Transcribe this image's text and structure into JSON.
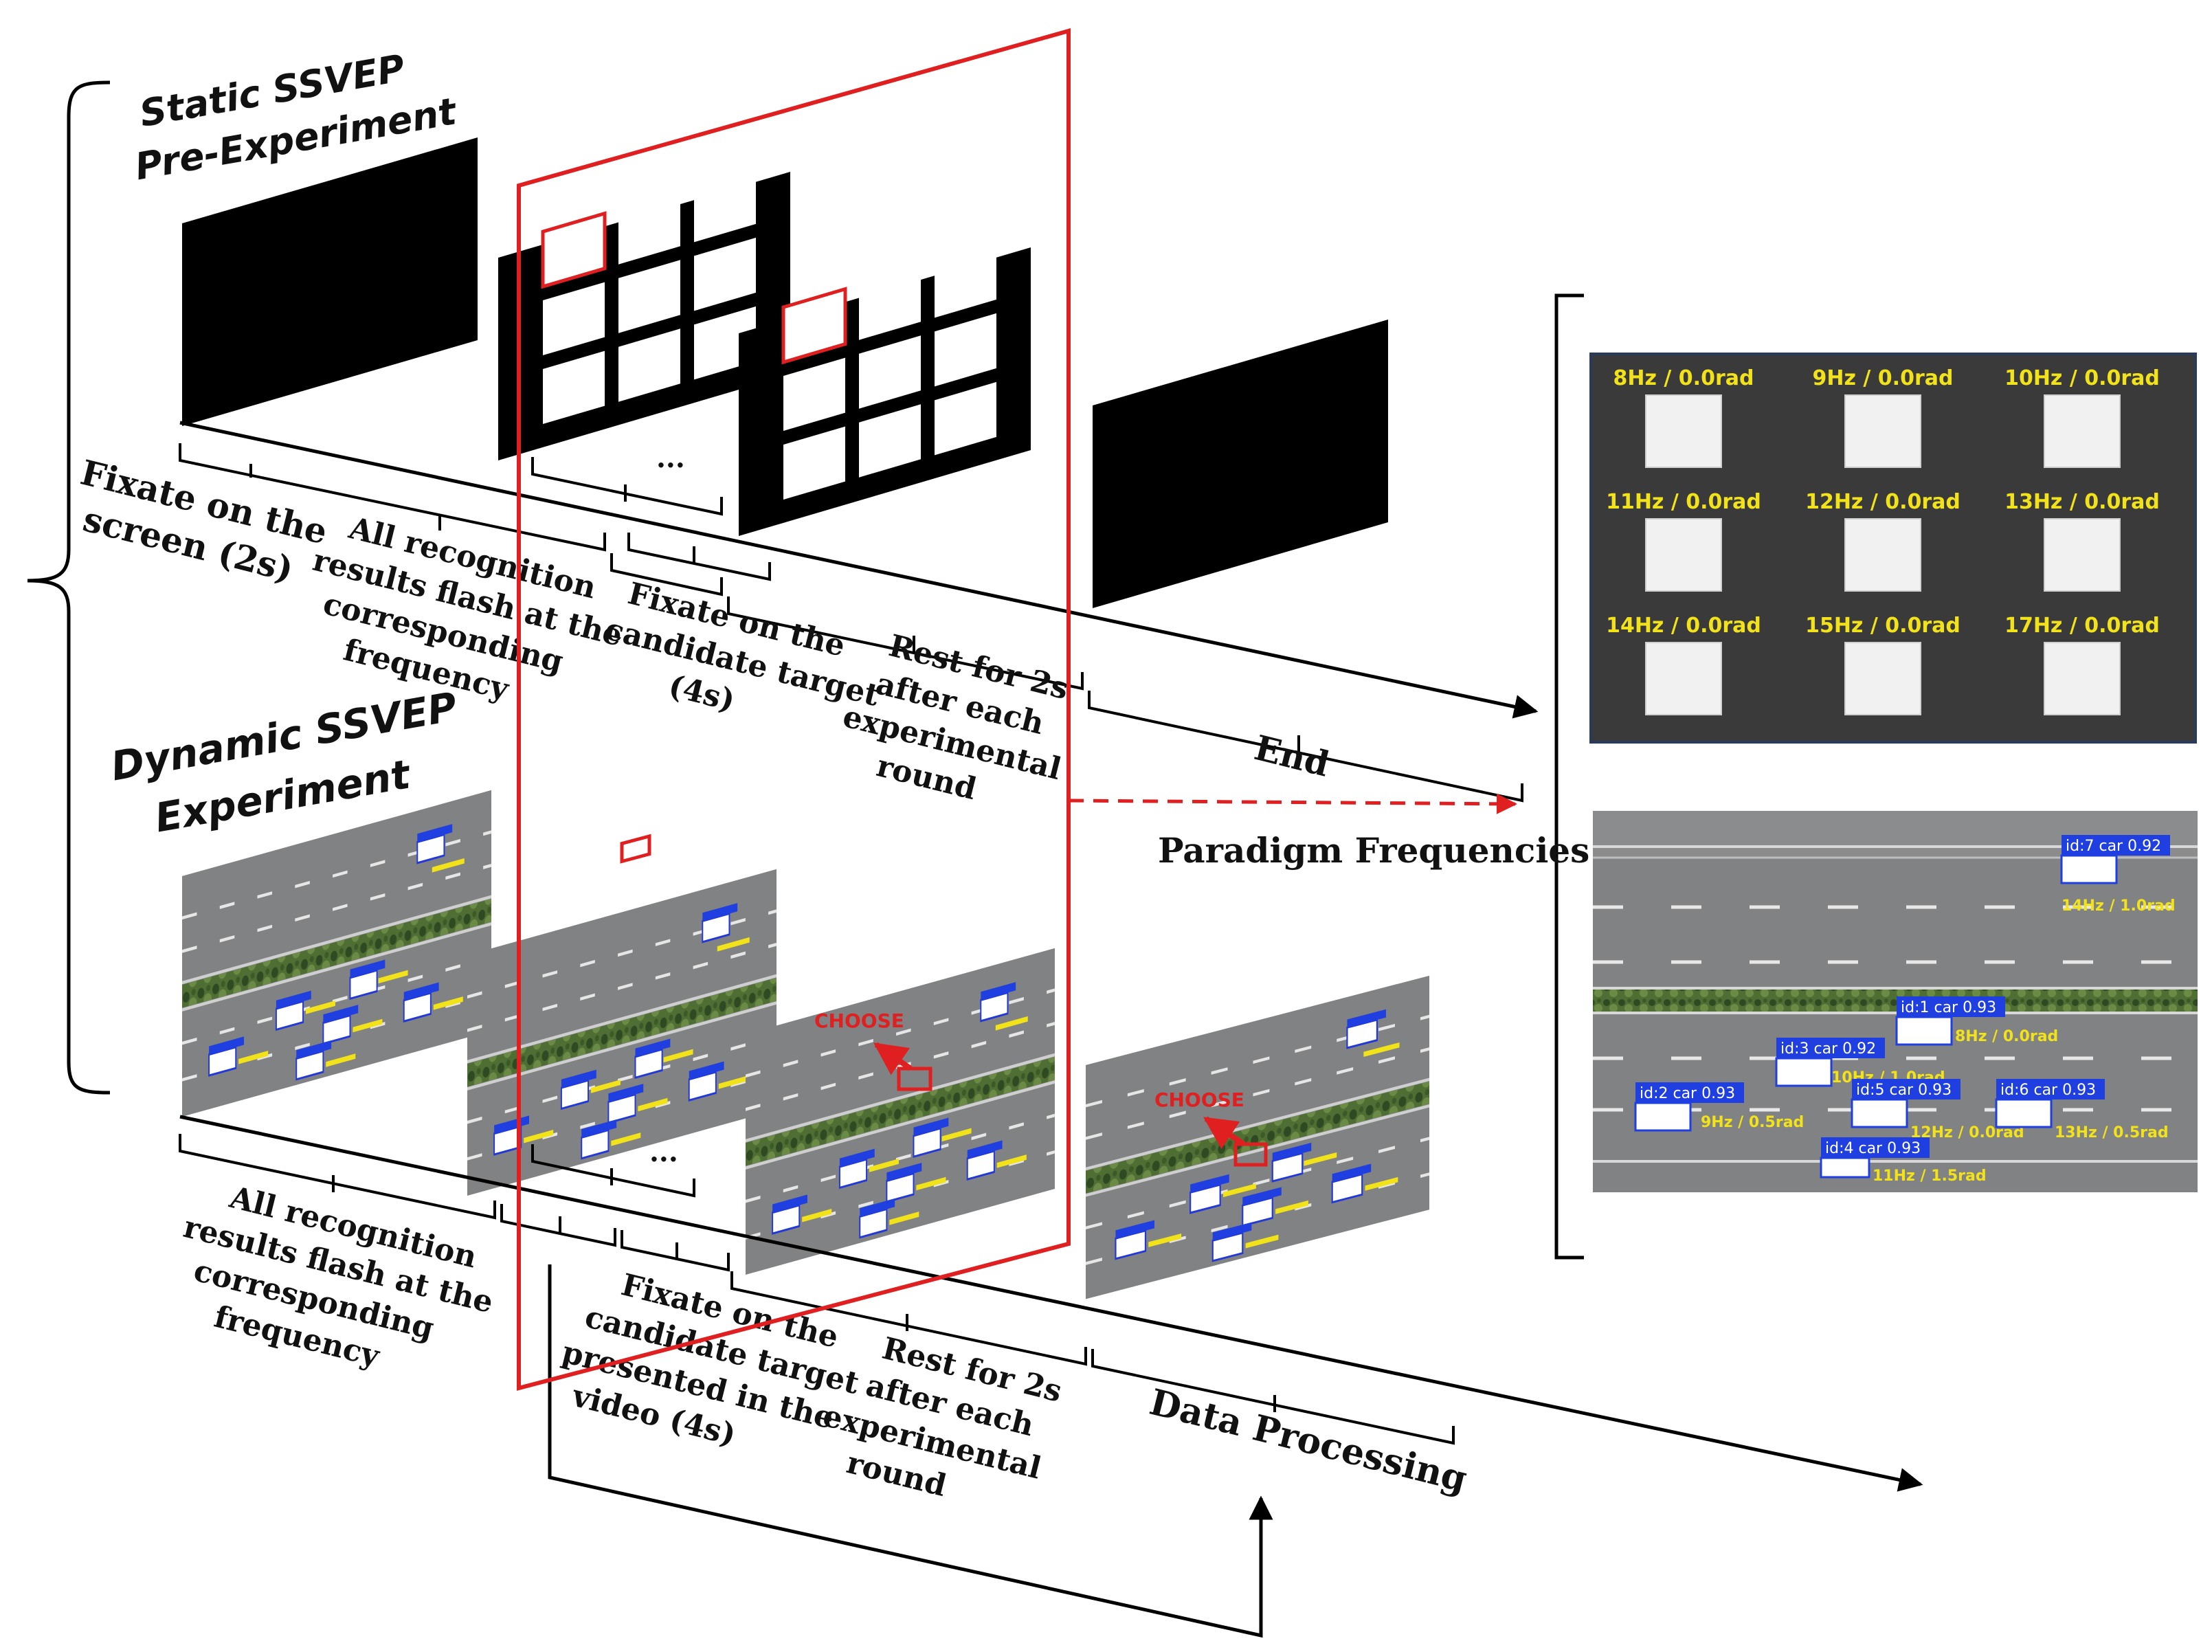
{
  "sections": {
    "static_title_line1": "Static SSVEP",
    "static_title_line2": "Pre-Experiment",
    "dynamic_title_line1": "Dynamic SSVEP",
    "dynamic_title_line2": "Experiment"
  },
  "static_steps": {
    "fixate_screen": [
      "Fixate on the",
      "screen (2s)"
    ],
    "flash": [
      "All recognition",
      "results flash at the",
      "corresponding",
      "frequency"
    ],
    "fixate_target": [
      "Fixate on the",
      "candidate target",
      "(4s)"
    ],
    "rest": [
      "Rest for 2s",
      "after each",
      "experimental",
      "round"
    ],
    "end": "End"
  },
  "dynamic_steps": {
    "flash": [
      "All recognition",
      "results flash at the",
      "corresponding",
      "frequency"
    ],
    "fixate_target": [
      "Fixate on the",
      "candidate target",
      "presented in the",
      "video (4s)"
    ],
    "rest": [
      "Rest for 2s",
      "after each",
      "experimental",
      "round"
    ],
    "data": "Data Processing"
  },
  "ellipsis": "...",
  "choose_label": "CHOOSE",
  "paradigm_label": "Paradigm Frequencies",
  "frequency_grid": [
    "8Hz / 0.0rad",
    "9Hz / 0.0rad",
    "10Hz / 0.0rad",
    "11Hz / 0.0rad",
    "12Hz / 0.0rad",
    "13Hz / 0.0rad",
    "14Hz / 0.0rad",
    "15Hz / 0.0rad",
    "17Hz / 0.0rad"
  ],
  "detections": [
    {
      "id": "id:7 car 0.92",
      "freq": "14Hz / 1.0rad"
    },
    {
      "id": "id:1 car 0.93",
      "freq": "8Hz / 0.0rad"
    },
    {
      "id": "id:3 car 0.92",
      "freq": "10Hz / 1.0rad"
    },
    {
      "id": "id:2 car 0.93",
      "freq": "9Hz / 0.5rad"
    },
    {
      "id": "id:5 car 0.93",
      "freq": "12Hz / 0.0rad"
    },
    {
      "id": "id:6 car 0.93",
      "freq": "13Hz / 0.5rad"
    },
    {
      "id": "id:4 car 0.93",
      "freq": "11Hz / 1.5rad"
    }
  ],
  "colors": {
    "accent_red": "#e02020",
    "freq_yellow": "#f2e21a",
    "box_blue": "#1f3fe0",
    "panel_dark": "#3a3a3a",
    "road": "#7d7f80"
  }
}
